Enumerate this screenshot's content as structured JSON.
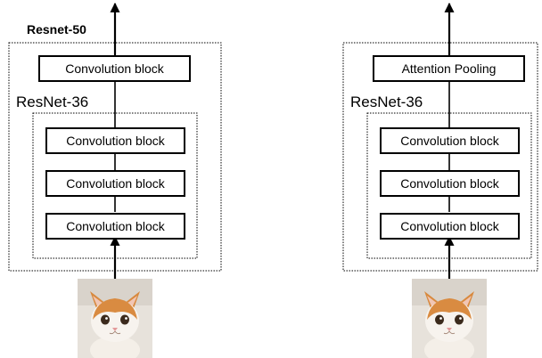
{
  "left_diagram": {
    "outer_label": "Resnet-50",
    "top_block": "Convolution block",
    "inner_label": "ResNet-36",
    "inner_blocks": [
      "Convolution block",
      "Convolution block",
      "Convolution block"
    ]
  },
  "right_diagram": {
    "top_block": "Attention Pooling",
    "inner_label": "ResNet-36",
    "inner_blocks": [
      "Convolution block",
      "Convolution block",
      "Convolution block"
    ]
  },
  "colors": {
    "line": "#000000",
    "dotted_border": "#000000",
    "background": "#ffffff"
  }
}
